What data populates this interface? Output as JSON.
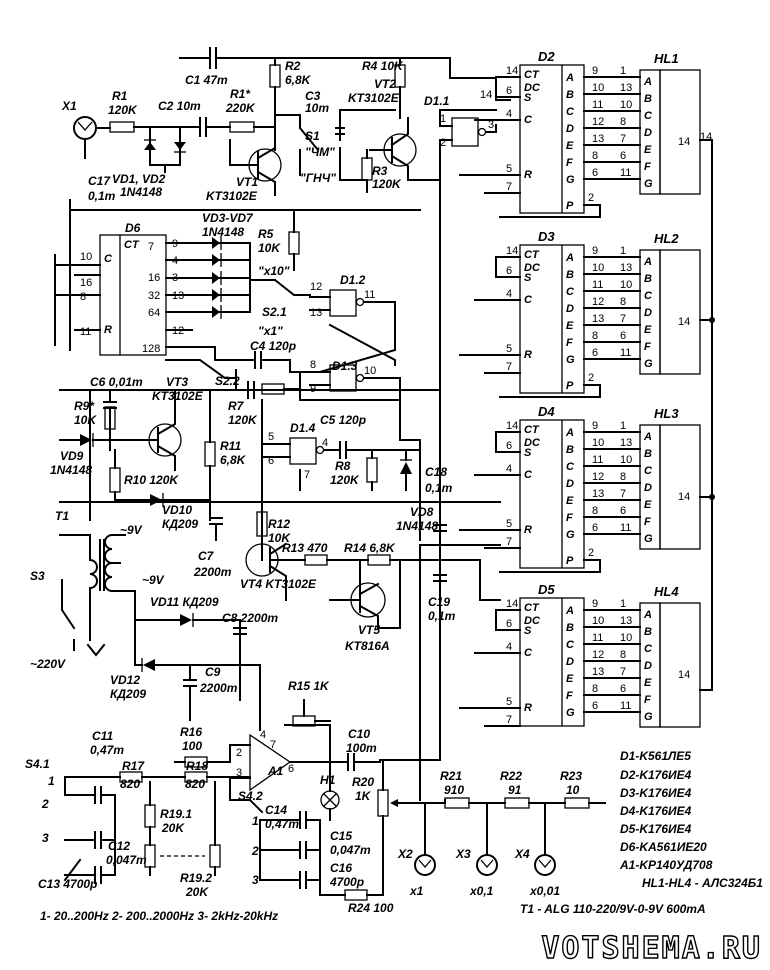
{
  "components": {
    "X1": "X1",
    "R1": "R1",
    "R1v": "120K",
    "C2": "C2 10m",
    "R1s": "R1*",
    "R1sv": "220K",
    "C1": "C1 47m",
    "R2": "R2",
    "R2v": "6,8K",
    "R4": "R4 10K",
    "C3": "C3",
    "C3v": "10m",
    "VT2": "VT2",
    "VT2t": "KT3102E",
    "D11": "D1.1",
    "S1": "S1",
    "S1a": "\"ЧМ\"",
    "S1b": "\"ГНЧ\"",
    "VT1": "VT1",
    "VT1t": "KT3102E",
    "R3": "R3",
    "R3v": "120K",
    "VD12": "VD1, VD2",
    "VD12t": "1N4148",
    "C17": "C17",
    "C17v": "0,1m",
    "D6": "D6",
    "VD37": "VD3-VD7",
    "VD37t": "1N4148",
    "R5": "R5",
    "R5v": "10K",
    "x10": "\"x10\"",
    "x1": "\"x1\"",
    "S21": "S2.1",
    "D12": "D1.2",
    "D13": "D1.3",
    "C4": "C4 120p",
    "S22": "S2.2",
    "C6": "C6 0,01m",
    "VT3": "VT3",
    "VT3t": "KT3102E",
    "R9": "R9*",
    "R9v": "10K",
    "R7": "R7",
    "R7v": "120K",
    "C5": "C5 120p",
    "D14": "D1.4",
    "R11": "R11",
    "R11v": "6,8K",
    "VD9": "VD9",
    "VD9t": "1N4148",
    "R10": "R10 120K",
    "R8": "R8",
    "R8v": "120K",
    "C18": "C18",
    "C18v": "0,1m",
    "VD10": "VD10",
    "VD10t": "КД209",
    "VD8": "VD8",
    "VD8t": "1N4148",
    "T1": "T1",
    "T1a": "~9V",
    "T1b": "~9V",
    "R12": "R12",
    "R12v": "10K",
    "C7": "C7",
    "C7v": "2200m",
    "R13": "R13 470",
    "R14": "R14 6,8K",
    "VT4": "VT4 KT3102E",
    "C19": "C19",
    "C19v": "0,1m",
    "VT5": "VT5",
    "VT5t": "KT816A",
    "S3": "S3",
    "mains": "~220V",
    "VD11": "VD11 КД209",
    "C8": "C8 2200m",
    "VD12b": "VD12",
    "VD12bt": "КД209",
    "C9": "C9",
    "C9v": "2200m",
    "R15": "R15  1K",
    "R16": "R16",
    "R16v": "100",
    "C10": "C10",
    "C10v": "100m",
    "A1": "A1",
    "H1": "H1",
    "S41": "S4.1",
    "C11": "C11",
    "C11v": "0,47m",
    "R17": "R17",
    "R17v": "820",
    "R18": "R18",
    "R18v": "820",
    "R21": "R21",
    "R21v": "910",
    "R22": "R22",
    "R22v": "91",
    "R23": "R23",
    "R23v": "10",
    "S42": "S4.2",
    "C14": "C14",
    "C14v": "0,47m",
    "R20": "R20",
    "R20v": "1K",
    "R191": "R19.1",
    "R191v": "20K",
    "R192": "R19.2",
    "R192v": "20K",
    "C15": "C15",
    "C15v": "0,047m",
    "C12": "C12",
    "C12v": "0,047m",
    "C16": "C16",
    "C16v": "4700p",
    "C13": "C13 4700p",
    "R24": "R24 100",
    "X2": "X2",
    "X3": "X3",
    "X4": "X4",
    "X2m": "x1",
    "X3m": "x0,1",
    "X4m": "x0,01",
    "D2": "D2",
    "D3": "D3",
    "D4": "D4",
    "D5": "D5",
    "HL1": "HL1",
    "HL2": "HL2",
    "HL3": "HL3",
    "HL4": "HL4"
  },
  "counter_pins": [
    "CT",
    "DC",
    "A",
    "B",
    "C",
    "D",
    "E",
    "F",
    "G",
    "P",
    "S",
    "C",
    "R"
  ],
  "display_pins": [
    "A",
    "B",
    "C",
    "D",
    "E",
    "F",
    "G"
  ],
  "seg_left": [
    "9",
    "10",
    "11",
    "12",
    "13",
    "8",
    "6"
  ],
  "seg_right": [
    "1",
    "13",
    "10",
    "8",
    "7",
    "6",
    "11"
  ],
  "d6_left": [
    "C",
    "R"
  ],
  "d6_right": [
    "9",
    "7",
    "4",
    "16",
    "3",
    "32",
    "13",
    "64",
    "12",
    "128"
  ],
  "ic_pins": {
    "p14": "14",
    "p6": "6",
    "p4": "4",
    "p5": "5",
    "p7": "7",
    "p2": "2",
    "p1": "1",
    "p3": "3",
    "p10": "10",
    "p16": "16",
    "p8": "8",
    "p11": "11",
    "p12": "12",
    "p13": "13",
    "p9": "9"
  },
  "legend": [
    "D1-K561ЛЕ5",
    "D2-K176ИЕ4",
    "D3-K176ИЕ4",
    "D4-K176ИЕ4",
    "D5-K176ИЕ4",
    "D6-KA561ИЕ20",
    "A1-KP140УД708",
    "HL1-HL4 - АЛС324Б1",
    "T1 - ALG 110-220/9V-0-9V 600mA"
  ],
  "ranges": "1- 20..200Hz  2- 200..2000Hz 3- 2kHz-20kHz",
  "switch_positions": [
    "1",
    "2",
    "3"
  ],
  "watermark": "VOTSHEMA.RU",
  "hl_pin14": "14"
}
